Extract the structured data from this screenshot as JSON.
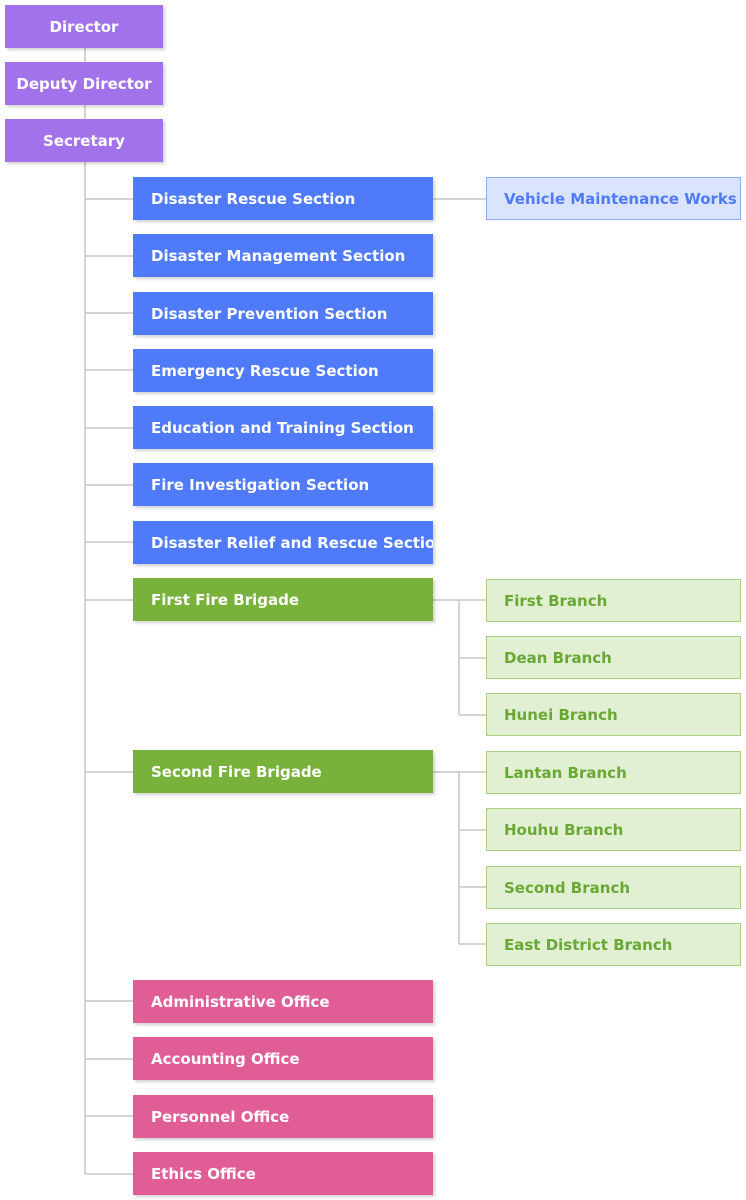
{
  "top": [
    {
      "label": "Director"
    },
    {
      "label": "Deputy Director"
    },
    {
      "label": "Secretary"
    }
  ],
  "sections": [
    {
      "label": "Disaster Rescue Section"
    },
    {
      "label": "Disaster Management Section"
    },
    {
      "label": "Disaster Prevention Section"
    },
    {
      "label": "Emergency Rescue Section"
    },
    {
      "label": "Education and Training Section"
    },
    {
      "label": "Fire Investigation Section"
    },
    {
      "label": "Disaster Relief and Rescue Section"
    }
  ],
  "vehicle": {
    "label": "Vehicle Maintenance Works"
  },
  "brigades": [
    {
      "label": "First Fire Brigade",
      "branches": [
        {
          "label": "First Branch"
        },
        {
          "label": "Dean Branch"
        },
        {
          "label": "Hunei Branch"
        }
      ]
    },
    {
      "label": "Second Fire Brigade",
      "branches": [
        {
          "label": "Lantan Branch"
        },
        {
          "label": "Houhu Branch"
        },
        {
          "label": "Second Branch"
        },
        {
          "label": "East District Branch"
        }
      ]
    }
  ],
  "offices": [
    {
      "label": "Administrative Office"
    },
    {
      "label": "Accounting Office"
    },
    {
      "label": "Personnel Office"
    },
    {
      "label": "Ethics Office"
    }
  ]
}
